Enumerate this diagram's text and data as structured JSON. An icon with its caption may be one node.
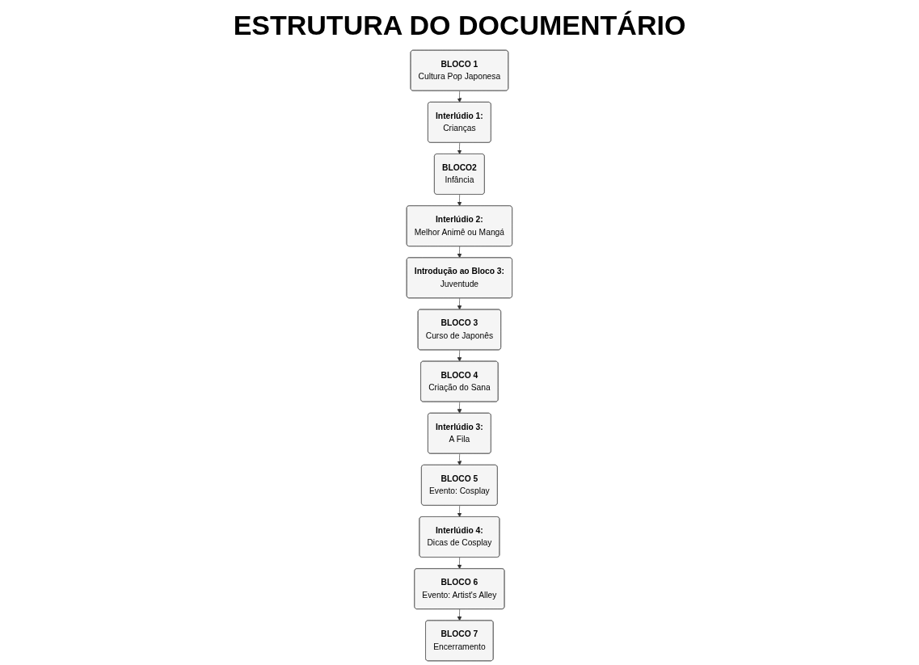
{
  "diagram": {
    "title": "ESTRUTURA DO DOCUMENTÁRIO",
    "nodes": [
      {
        "text": [
          "BLOCO 1",
          "Cultura Pop Japonesa"
        ]
      },
      {
        "text": [
          "Interlúdio 1:",
          "Crianças"
        ]
      },
      {
        "text": [
          "BLOCO2",
          "Infância"
        ]
      },
      {
        "text": [
          "Interlúdio 2:",
          "Melhor Animê ou Mangá"
        ]
      },
      {
        "text": [
          "Introdução ao Bloco 3:",
          "Juventude"
        ]
      },
      {
        "text": [
          "BLOCO 5",
          "Evento: Cosplay"
        ]
      },
      {
        "text": [
          "BLOCO 4",
          "Criação do Sana"
        ]
      },
      {
        "text": [
          "BLOCO 3",
          "Curso de Japonês"
        ]
      },
      {
        "text": [
          "Interlúdio 3:",
          "A Fila"
        ]
      },
      {
        "text": [
          "BLOCO 6",
          "Evento: Artist's Alley"
        ]
      },
      {
        "text": [
          "BLOCO 7",
          "Encerramento"
        ]
      },
      {
        "text": [
          "Interlúdio 4:",
          "Dicas de Cosplay"
        ]
      }
    ],
    "edges": [
      {
        "from": 0,
        "to": 1,
        "arrow": "to"
      },
      {
        "from": 1,
        "to": 2,
        "arrow": "to"
      },
      {
        "from": 2,
        "to": 3,
        "arrow": "to"
      },
      {
        "from": 3,
        "to": 4,
        "arrow": "to"
      },
      {
        "from": 4,
        "to": 7,
        "arrow": "to"
      },
      {
        "from": 7,
        "to": 6,
        "arrow": "to"
      },
      {
        "from": 6,
        "to": 8,
        "arrow": "to"
      },
      {
        "from": 8,
        "to": 5,
        "arrow": "to"
      },
      {
        "from": 5,
        "to": 11,
        "arrow": "to"
      },
      {
        "from": 11,
        "to": 9,
        "arrow": "to"
      },
      {
        "from": 9,
        "to": 10,
        "arrow": "to"
      }
    ]
  }
}
